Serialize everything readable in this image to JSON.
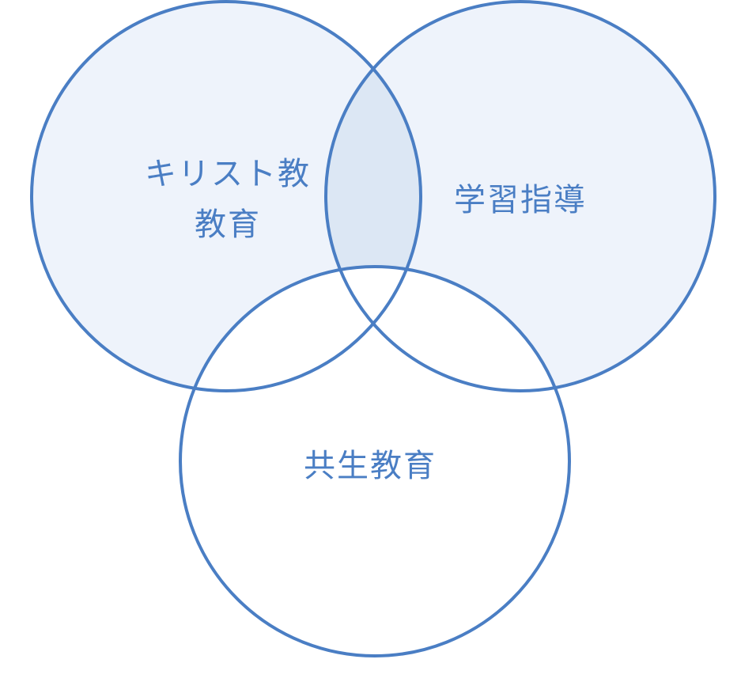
{
  "diagram": {
    "type": "venn",
    "colors": {
      "stroke": "#4a7ec4",
      "fill": "#eef3fb",
      "overlap_fill": "#dce7f4",
      "bottom_fill": "#ffffff",
      "text": "#4a7ec4"
    },
    "circles": [
      {
        "id": "left",
        "label_lines": [
          "キリスト教",
          "教育"
        ]
      },
      {
        "id": "right",
        "label_lines": [
          "学習指導"
        ]
      },
      {
        "id": "bottom",
        "label_lines": [
          "共生教育"
        ]
      }
    ]
  }
}
